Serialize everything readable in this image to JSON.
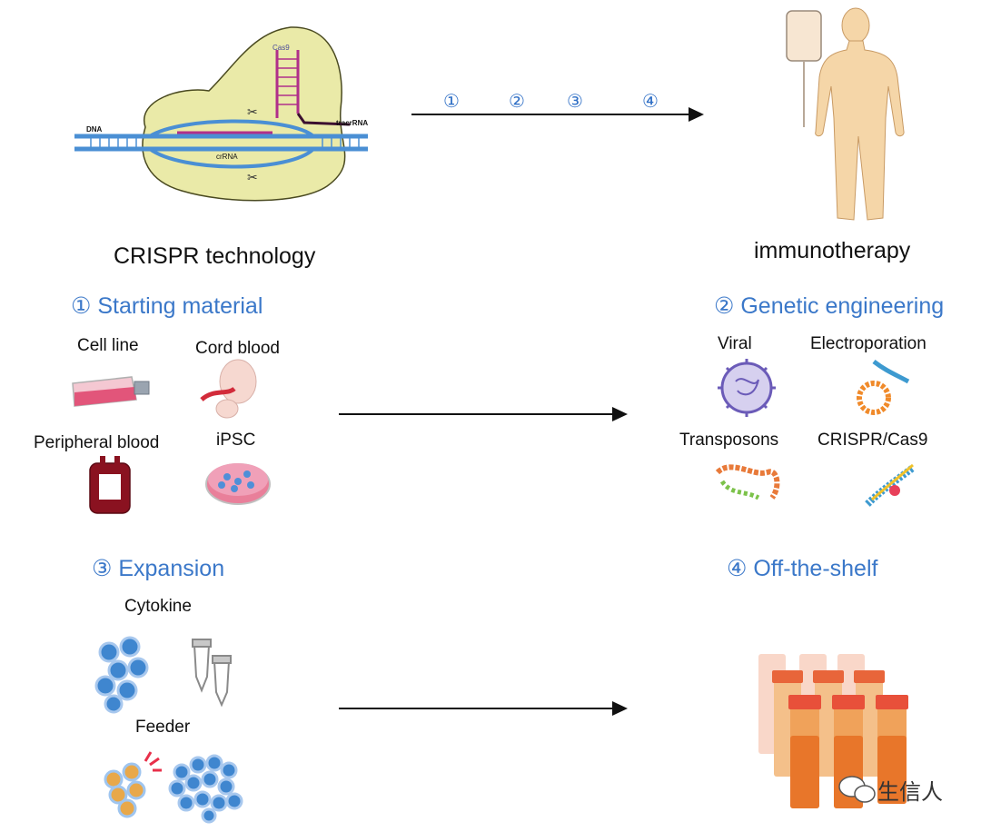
{
  "top": {
    "left_label": "CRISPR technology",
    "right_label": "immunotherapy",
    "step_numbers": [
      "①",
      "②",
      "③",
      "④"
    ],
    "crispr_labels": {
      "cas9": "Cas9",
      "dna": "DNA",
      "crrna": "crRNA",
      "tracrrna": "tracrRNA"
    }
  },
  "sections": {
    "starting": {
      "title": "① Starting material",
      "items": [
        "Cell line",
        "Cord blood",
        "Peripheral blood",
        "iPSC"
      ]
    },
    "genetic": {
      "title": "② Genetic engineering",
      "items": [
        "Viral",
        "Electroporation",
        "Transposons",
        "CRISPR/Cas9"
      ]
    },
    "expansion": {
      "title": "③  Expansion",
      "items": [
        "Cytokine",
        "Feeder"
      ]
    },
    "offshelf": {
      "title": "④ Off-the-shelf"
    }
  },
  "watermark": "生信人",
  "colors": {
    "heading_blue": "#3b78c9",
    "cas9_fill": "#eaeaa8",
    "dna_blue": "#4a8fd4",
    "rna_magenta": "#b0308a",
    "vial_orange": "#e8653a",
    "cell_blue": "#3f86cf"
  }
}
